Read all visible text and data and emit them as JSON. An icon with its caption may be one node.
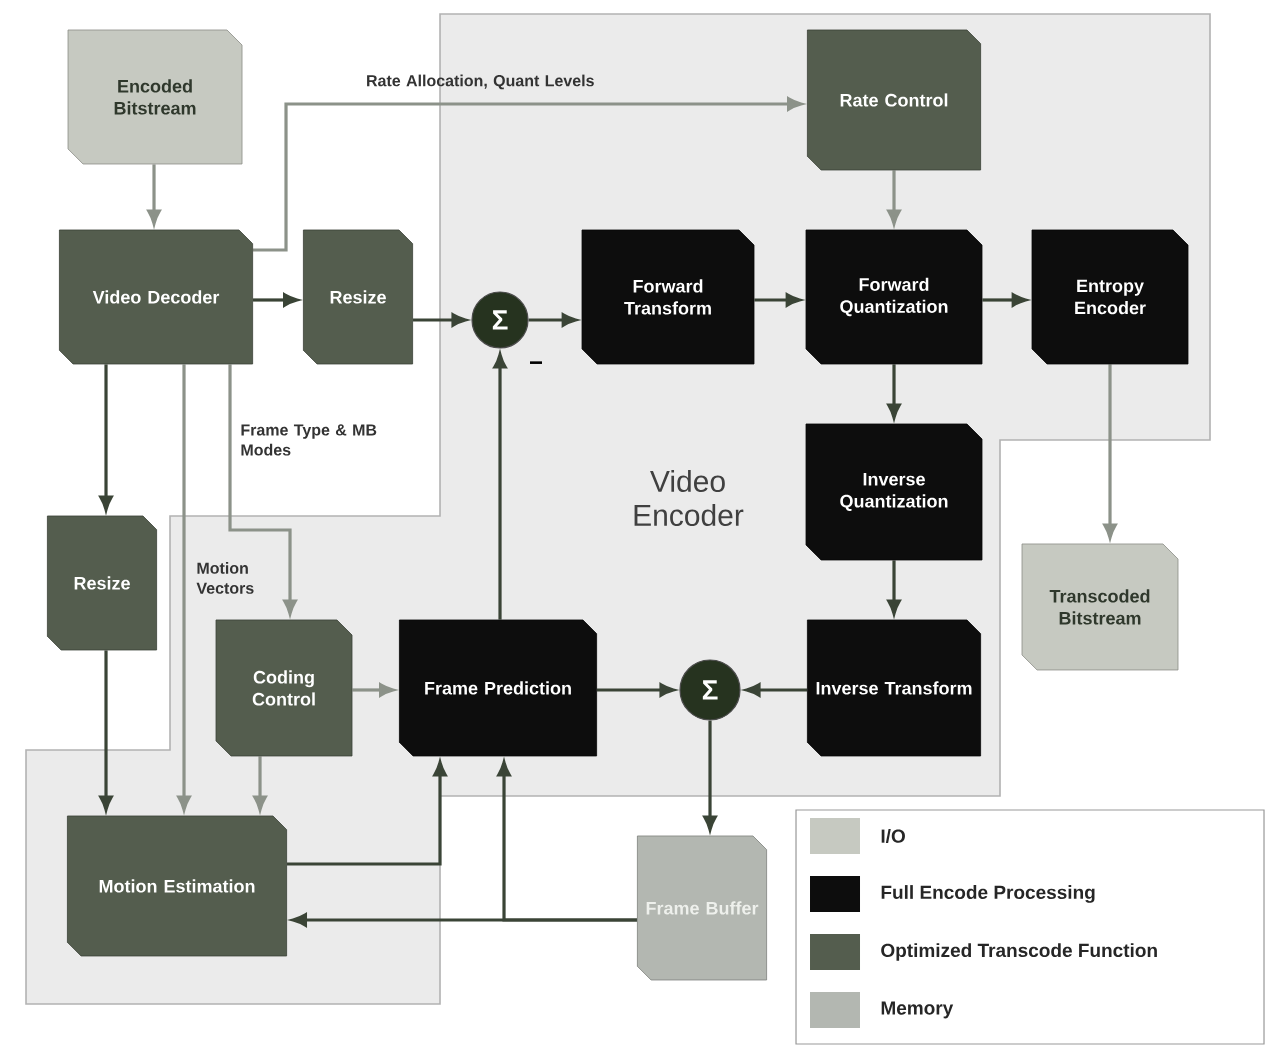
{
  "diagram": {
    "nodes": [
      {
        "text": [
          "Video Encoder"
        ]
      },
      {
        "text": [
          "Encoded Bitstream"
        ]
      },
      {
        "text": [
          "Video Decoder"
        ]
      },
      {
        "text": [
          "Resize"
        ]
      },
      {
        "text": [
          "Σ"
        ],
        "in": 0
      },
      {
        "text": [
          "Rate Control"
        ],
        "in": 0
      },
      {
        "text": [
          "Forward Transform"
        ],
        "in": 0
      },
      {
        "text": [
          "Forward Quantization"
        ],
        "in": 0
      },
      {
        "text": [
          "Entropy Encoder"
        ],
        "in": 0
      },
      {
        "text": [
          "Inverse Quantization"
        ],
        "in": 0
      },
      {
        "text": [
          "Resize"
        ]
      },
      {
        "text": [
          "Coding Control"
        ],
        "in": 0
      },
      {
        "text": [
          "Frame Prediction"
        ],
        "in": 0
      },
      {
        "text": [
          "Σ"
        ],
        "in": 0
      },
      {
        "text": [
          "Inverse Transform"
        ],
        "in": 0
      },
      {
        "text": [
          "Transcoded Bitstream"
        ]
      },
      {
        "text": [
          "Motion Estimation"
        ],
        "in": 0
      },
      {
        "text": [
          "Frame Buffer"
        ]
      }
    ],
    "edges": [
      {
        "from": 1,
        "to": 2,
        "arrow": "to",
        "color": "#8c9289"
      },
      {
        "from": 2,
        "to": 5,
        "arrow": "to",
        "label": "Rate Allocation, Quant Levels",
        "color": "#8c9289"
      },
      {
        "from": 2,
        "to": 3,
        "arrow": "to"
      },
      {
        "from": 3,
        "to": 4,
        "arrow": "to"
      },
      {
        "from": 4,
        "to": 6,
        "arrow": "to"
      },
      {
        "from": 6,
        "to": 7,
        "arrow": "to"
      },
      {
        "from": 5,
        "to": 7,
        "arrow": "to",
        "color": "#8c9289"
      },
      {
        "from": 7,
        "to": 8,
        "arrow": "to"
      },
      {
        "from": 7,
        "to": 9,
        "arrow": "to"
      },
      {
        "from": 9,
        "to": 14,
        "arrow": "to"
      },
      {
        "from": 14,
        "to": 13,
        "arrow": "to"
      },
      {
        "from": 12,
        "to": 13,
        "arrow": "to"
      },
      {
        "from": 12,
        "to": 4,
        "arrow": "to"
      },
      {
        "from": 8,
        "to": 15,
        "arrow": "to",
        "color": "#8c9289"
      },
      {
        "from": 2,
        "to": 10,
        "arrow": "to"
      },
      {
        "from": 10,
        "to": 16,
        "arrow": "to"
      },
      {
        "from": 2,
        "to": 16,
        "arrow": "to",
        "label": "Motion Vectors",
        "color": "#8c9289"
      },
      {
        "from": 2,
        "to": 11,
        "arrow": "to",
        "label": "Frame Type & MB Modes",
        "color": "#8c9289"
      },
      {
        "from": 11,
        "to": 12,
        "arrow": "to",
        "color": "#8c9289"
      },
      {
        "from": 11,
        "to": 16,
        "arrow": "to",
        "color": "#8c9289"
      },
      {
        "from": 16,
        "to": 12,
        "arrow": "to"
      },
      {
        "from": 17,
        "to": 16,
        "arrow": "to"
      },
      {
        "from": 17,
        "to": 12,
        "arrow": "to"
      },
      {
        "from": 13,
        "to": 17,
        "arrow": "to"
      }
    ],
    "labels": [
      "−"
    ],
    "legend": [
      {
        "text": "I/O",
        "color": "#c6c9c1"
      },
      {
        "text": "Full Encode Processing",
        "color": "#0d0d0d"
      },
      {
        "text": "Optimized Transcode Function",
        "color": "#545d4e"
      },
      {
        "text": "Memory",
        "color": "#b3b7b1"
      }
    ]
  }
}
